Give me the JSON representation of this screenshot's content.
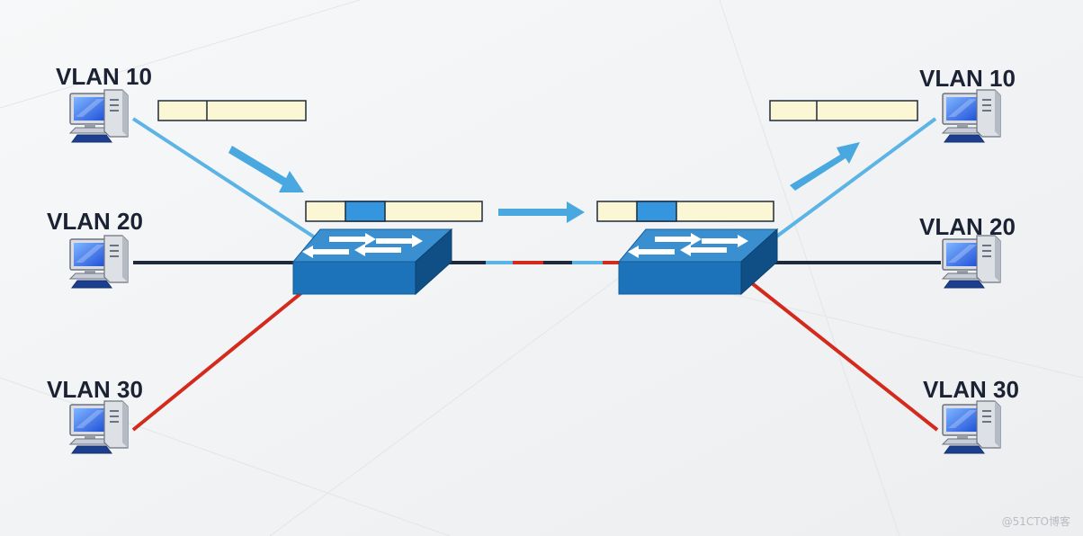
{
  "hosts": {
    "left": [
      {
        "label": "VLAN 10"
      },
      {
        "label": "VLAN 20"
      },
      {
        "label": "VLAN 30"
      }
    ],
    "right": [
      {
        "label": "VLAN 10"
      },
      {
        "label": "VLAN 20"
      },
      {
        "label": "VLAN 30"
      }
    ]
  },
  "colors": {
    "vlan10": "#5cb3e6",
    "vlan20": "#1e2a3c",
    "vlan30": "#d42a1e",
    "switch_front": "#1c73b9",
    "switch_top": "#3a8fd0",
    "frame_fill": "#fbf6d3",
    "tag_fill": "#3596e0",
    "background": "#f4f5f6"
  },
  "icons": {
    "host": "desktop-computer-icon",
    "switch": "network-switch-icon",
    "arrow": "arrow-icon"
  },
  "watermark": "@51CTO博客"
}
